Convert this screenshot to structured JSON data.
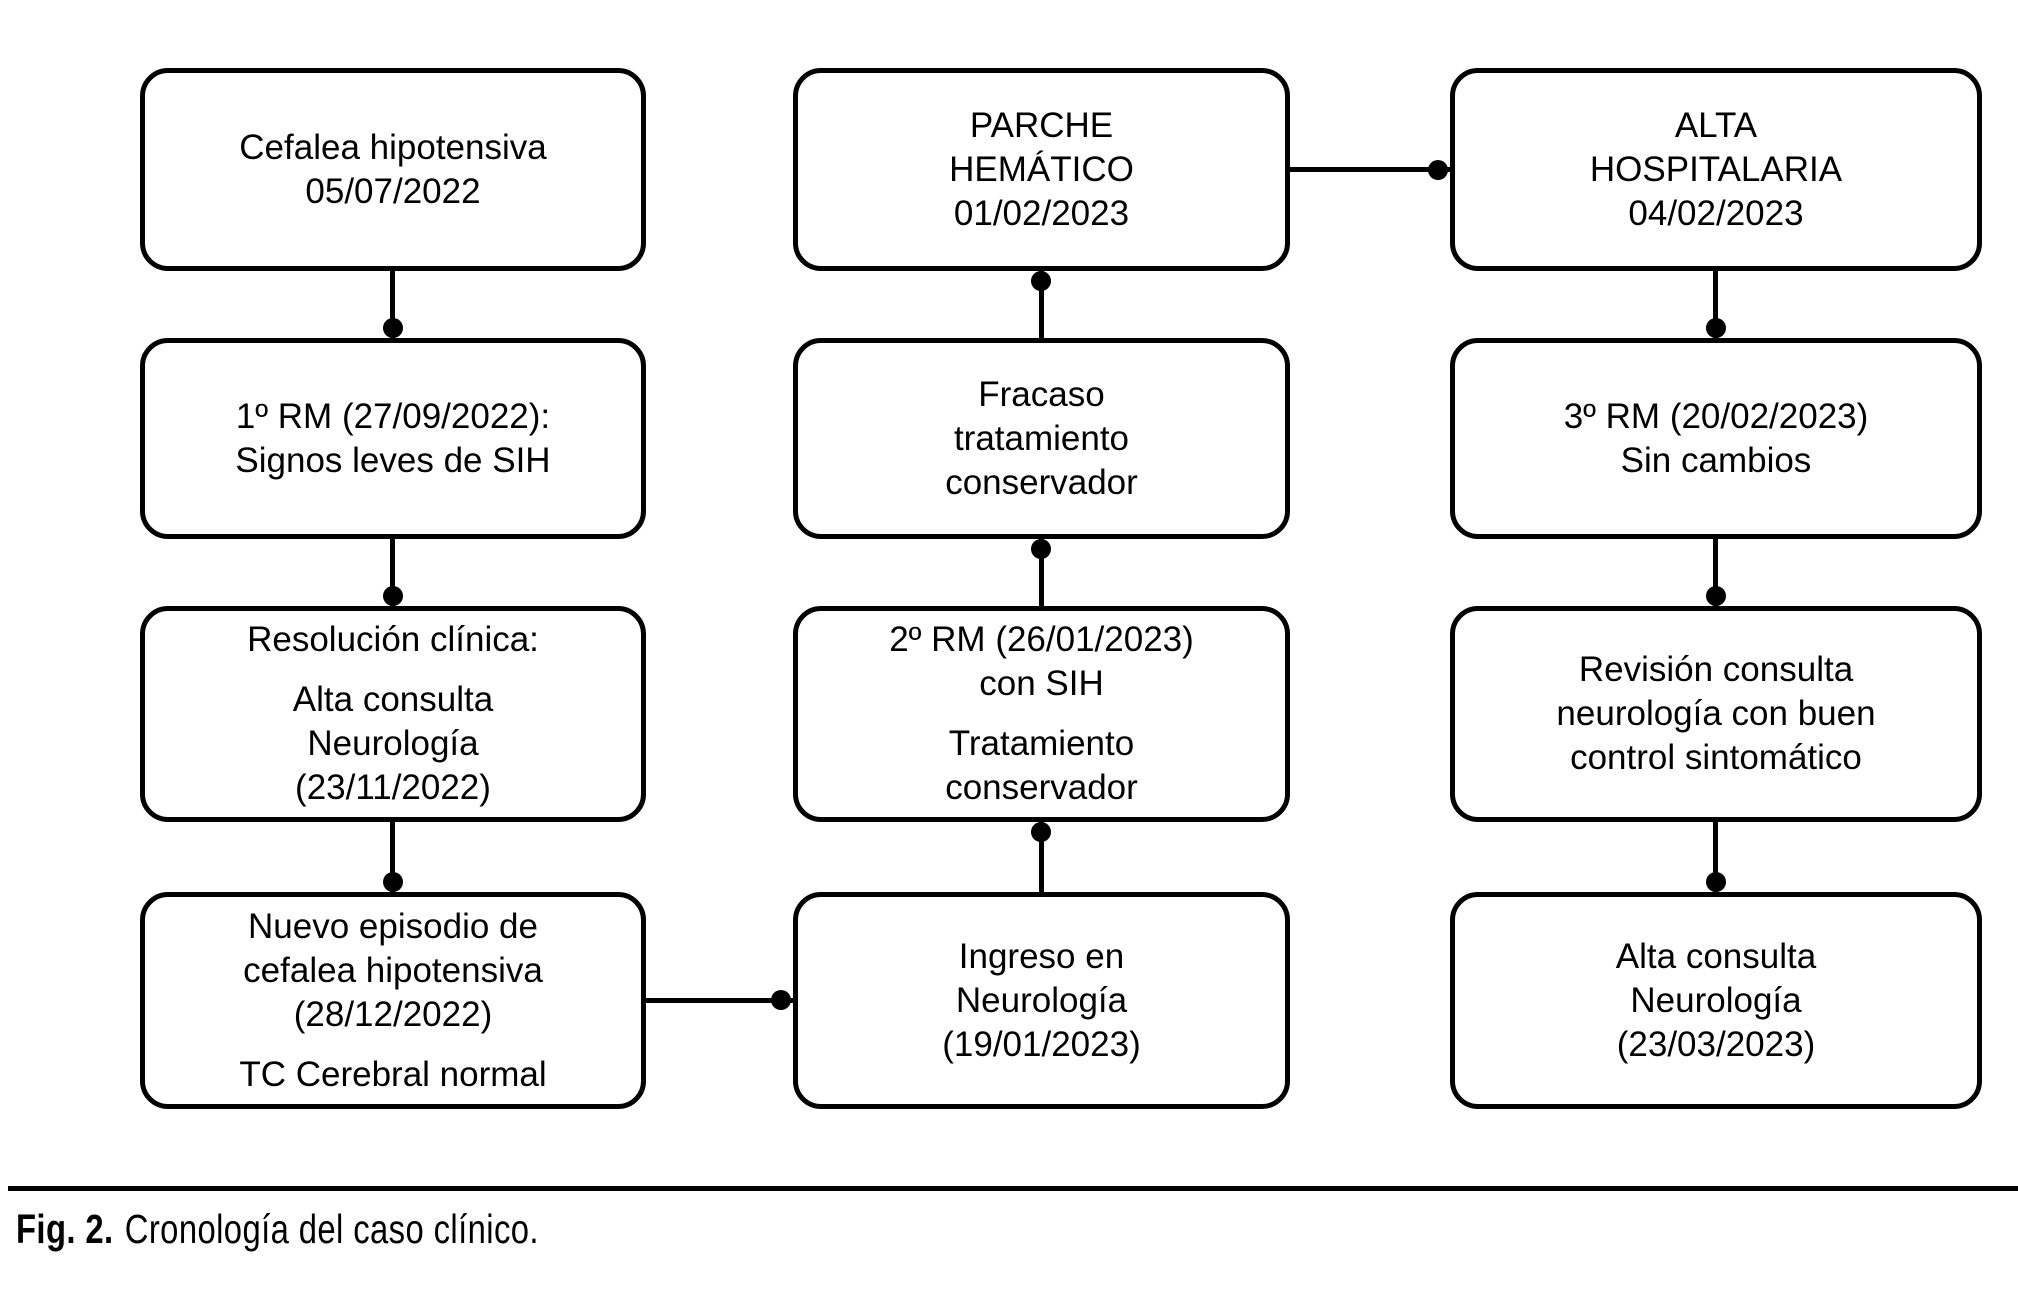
{
  "figure": {
    "caption_label": "Fig. 2.",
    "caption_text": "Cronología del caso clínico."
  },
  "colors": {
    "line": "#000000",
    "box_fill": "#ffffff",
    "background": "#ffffff",
    "text": "#000000"
  },
  "diagram_type": "flowchart-timeline",
  "nodes": [
    {
      "id": "cefalea-hipotensiva",
      "column": 1,
      "row": 1,
      "paragraphs": [
        "Cefalea hipotensiva\n05/07/2022"
      ]
    },
    {
      "id": "primera-rm",
      "column": 1,
      "row": 2,
      "paragraphs": [
        "1º RM (27/09/2022):\nSignos leves de SIH"
      ]
    },
    {
      "id": "resolucion-clinica",
      "column": 1,
      "row": 3,
      "paragraphs": [
        "Resolución clínica:",
        "Alta consulta\nNeurología\n(23/11/2022)"
      ]
    },
    {
      "id": "nuevo-episodio",
      "column": 1,
      "row": 4,
      "paragraphs": [
        "Nuevo episodio de\ncefalea hipotensiva\n(28/12/2022)",
        "TC Cerebral normal"
      ]
    },
    {
      "id": "parche-hematico",
      "column": 2,
      "row": 1,
      "paragraphs": [
        "PARCHE\nHEMÁTICO\n01/02/2023"
      ]
    },
    {
      "id": "fracaso-tratamiento",
      "column": 2,
      "row": 2,
      "paragraphs": [
        "Fracaso\ntratamiento\nconservador"
      ]
    },
    {
      "id": "segunda-rm",
      "column": 2,
      "row": 3,
      "paragraphs": [
        "2º RM (26/01/2023)\ncon SIH",
        "Tratamiento\nconservador"
      ]
    },
    {
      "id": "ingreso-neurologia",
      "column": 2,
      "row": 4,
      "paragraphs": [
        "Ingreso en\nNeurología\n(19/01/2023)"
      ]
    },
    {
      "id": "alta-hospitalaria",
      "column": 3,
      "row": 1,
      "paragraphs": [
        "ALTA\nHOSPITALARIA\n04/02/2023"
      ]
    },
    {
      "id": "tercera-rm",
      "column": 3,
      "row": 2,
      "paragraphs": [
        "3º RM (20/02/2023)\nSin cambios"
      ]
    },
    {
      "id": "revision-consulta",
      "column": 3,
      "row": 3,
      "paragraphs": [
        "Revisión consulta\nneurología con buen\ncontrol sintomático"
      ]
    },
    {
      "id": "alta-consulta-neurologia",
      "column": 3,
      "row": 4,
      "paragraphs": [
        "Alta consulta\nNeurología\n(23/03/2023)"
      ]
    }
  ],
  "edges": [
    {
      "from": "cefalea-hipotensiva",
      "to": "primera-rm"
    },
    {
      "from": "primera-rm",
      "to": "resolucion-clinica"
    },
    {
      "from": "resolucion-clinica",
      "to": "nuevo-episodio"
    },
    {
      "from": "nuevo-episodio",
      "to": "ingreso-neurologia"
    },
    {
      "from": "ingreso-neurologia",
      "to": "segunda-rm"
    },
    {
      "from": "segunda-rm",
      "to": "fracaso-tratamiento"
    },
    {
      "from": "fracaso-tratamiento",
      "to": "parche-hematico"
    },
    {
      "from": "parche-hematico",
      "to": "alta-hospitalaria"
    },
    {
      "from": "alta-hospitalaria",
      "to": "tercera-rm"
    },
    {
      "from": "tercera-rm",
      "to": "revision-consulta"
    },
    {
      "from": "revision-consulta",
      "to": "alta-consulta-neurologia"
    }
  ]
}
